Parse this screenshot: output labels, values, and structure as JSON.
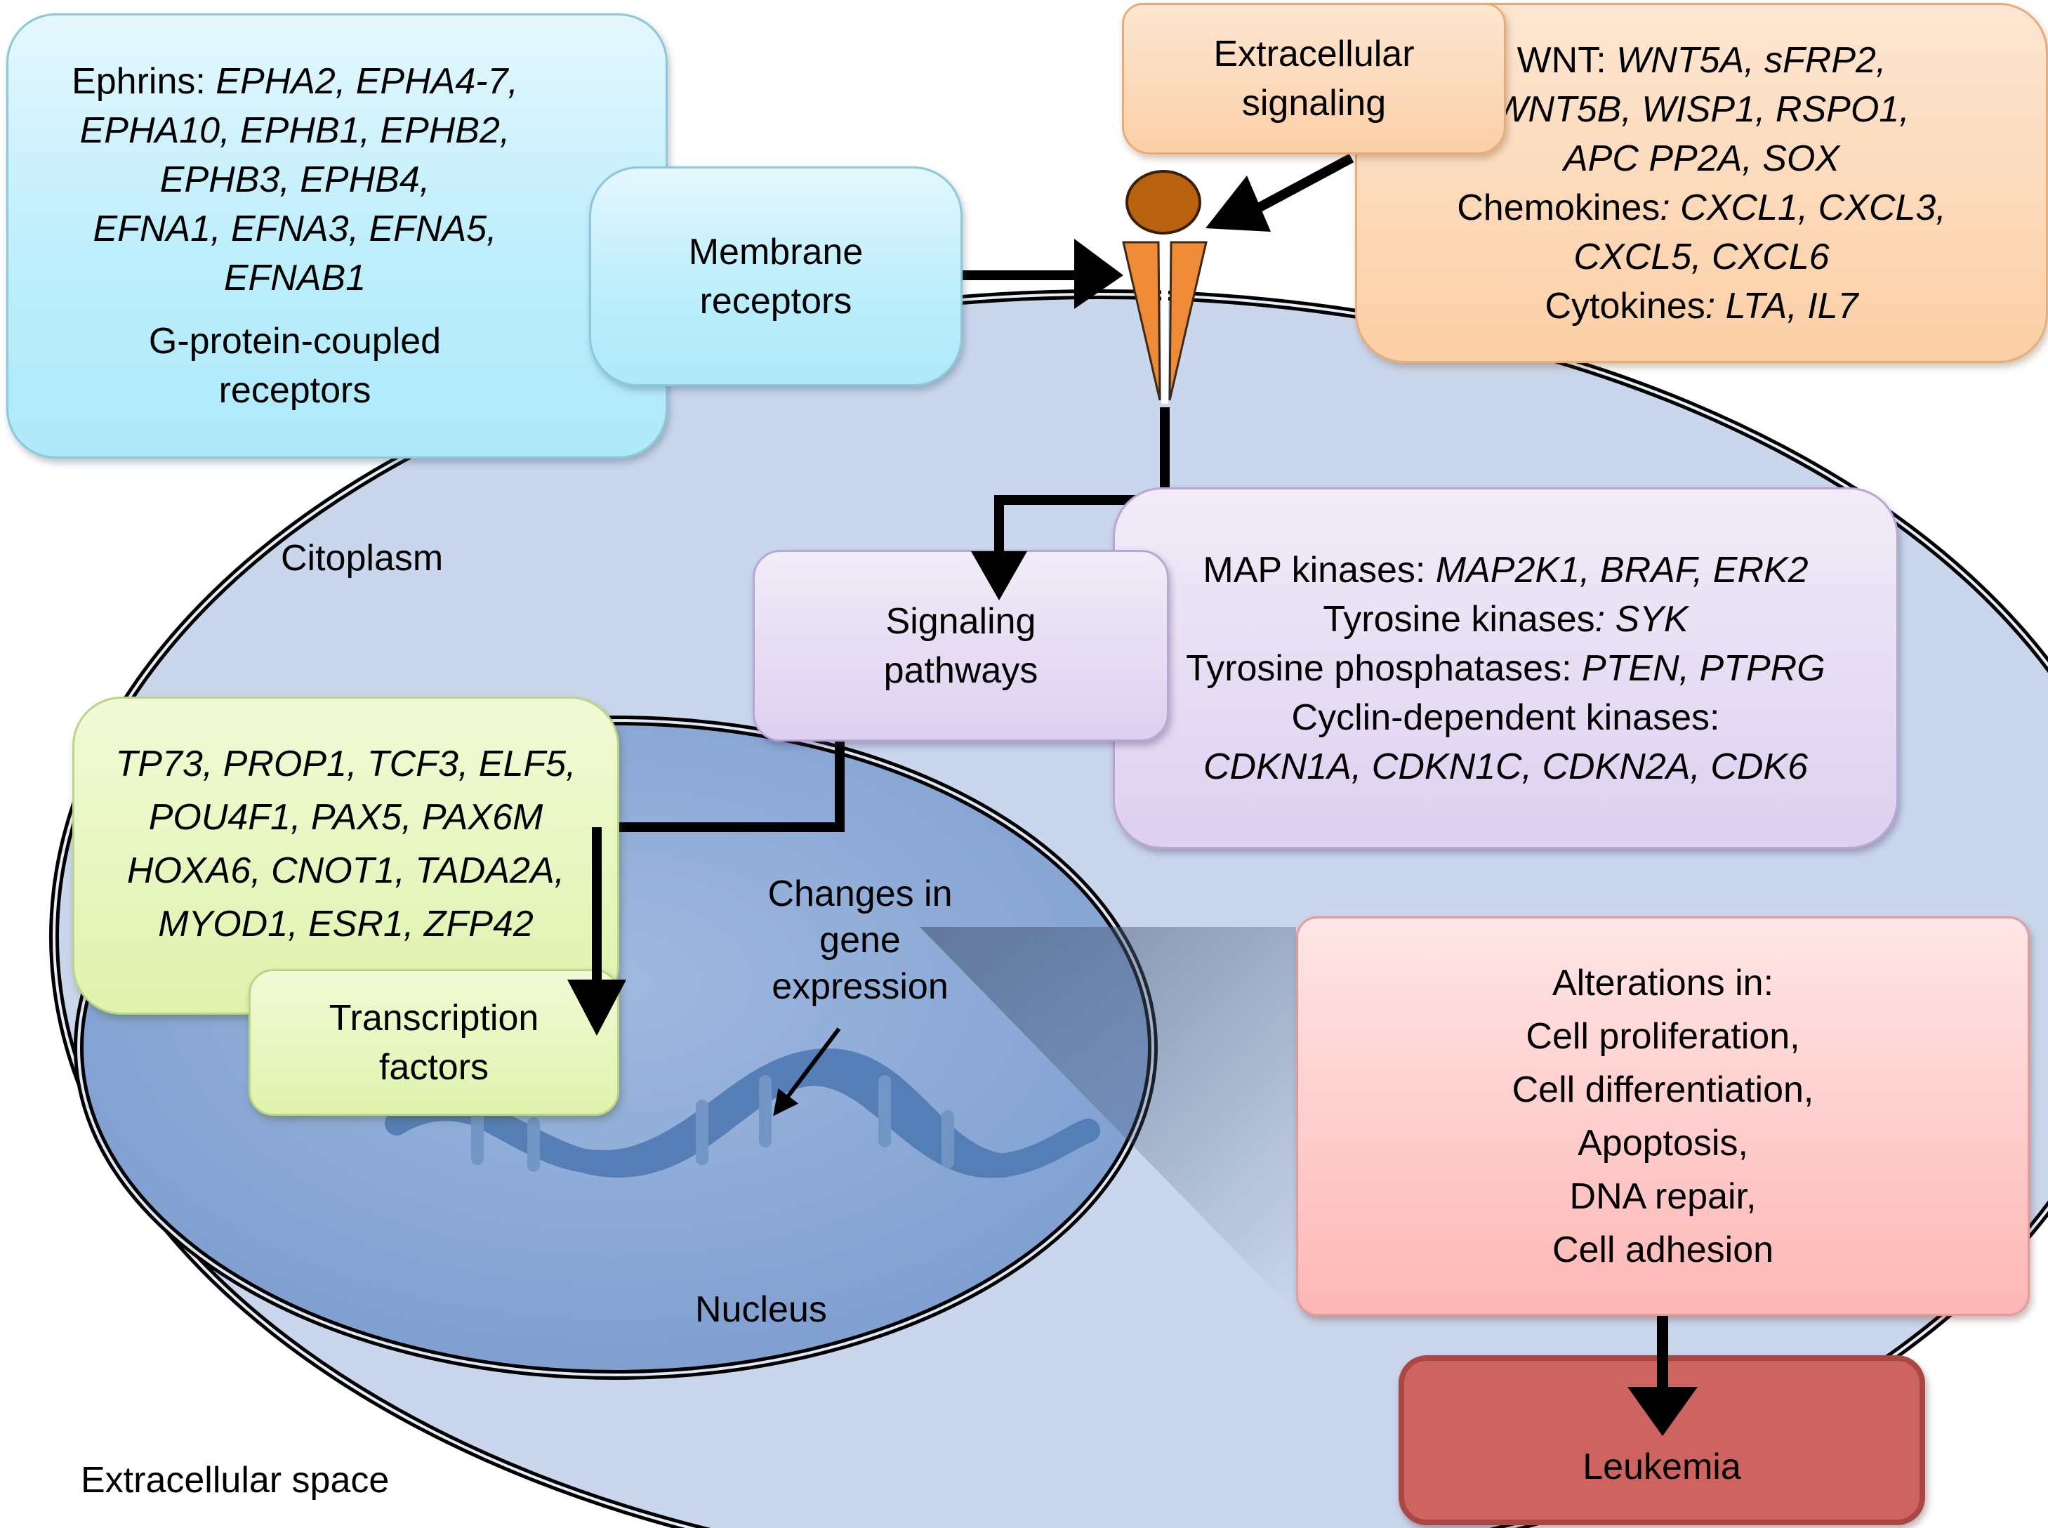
{
  "regions": {
    "extracellular_space": "Extracellular space",
    "cytoplasm": "Citoplasm",
    "nucleus": "Nucleus",
    "gene_expression": [
      "Changes in",
      "gene",
      "expression"
    ]
  },
  "membrane_receptors": {
    "title": [
      "Membrane",
      "receptors"
    ],
    "details": [
      [
        {
          "t": "Ephrins: ",
          "i": false
        },
        {
          "t": "EPHA2, EPHA4-7,",
          "i": true
        }
      ],
      [
        {
          "t": "EPHA10, EPHB1, EPHB2,",
          "i": true
        }
      ],
      [
        {
          "t": "EPHB3, EPHB4,",
          "i": true
        }
      ],
      [
        {
          "t": "EFNA1, EFNA3, EFNA5,",
          "i": true
        }
      ],
      [
        {
          "t": "EFNAB1",
          "i": true
        }
      ],
      [
        {
          "t": "G-protein-coupled",
          "i": false
        }
      ],
      [
        {
          "t": "receptors",
          "i": false
        }
      ]
    ]
  },
  "extracellular_signaling": {
    "title": [
      "Extracellular",
      "signaling"
    ],
    "details": [
      [
        {
          "t": "WNT: ",
          "i": false
        },
        {
          "t": "WNT5A, sFRP2,",
          "i": true
        }
      ],
      [
        {
          "t": "WNT5B, WISP1, RSPO1,",
          "i": true
        }
      ],
      [
        {
          "t": "APC PP2A, SOX",
          "i": true
        }
      ],
      [
        {
          "t": "Chemokines",
          "i": false
        },
        {
          "t": ": CXCL1, CXCL3,",
          "i": true
        }
      ],
      [
        {
          "t": "CXCL5, CXCL6",
          "i": true
        }
      ],
      [
        {
          "t": "Cytokines",
          "i": false
        },
        {
          "t": ": LTA, IL7",
          "i": true
        }
      ]
    ]
  },
  "signaling_pathways": {
    "title": [
      "Signaling",
      "pathways"
    ],
    "details": [
      [
        {
          "t": "MAP kinases: ",
          "i": false
        },
        {
          "t": "MAP2K1, BRAF, ERK2",
          "i": true
        }
      ],
      [
        {
          "t": "Tyrosine kinases",
          "i": false
        },
        {
          "t": ": SYK",
          "i": true
        }
      ],
      [
        {
          "t": "Tyrosine phosphatases: ",
          "i": false
        },
        {
          "t": "PTEN, PTPRG",
          "i": true
        }
      ],
      [
        {
          "t": "Cyclin-dependent kinases:",
          "i": false
        }
      ],
      [
        {
          "t": "CDKN1A, CDKN1C, CDKN2A, CDK6",
          "i": true
        }
      ]
    ]
  },
  "transcription_factors": {
    "title": [
      "Transcription",
      "factors"
    ],
    "details": [
      [
        {
          "t": "TP73, PROP1, TCF3, ELF5,",
          "i": true
        }
      ],
      [
        {
          "t": "POU4F1, PAX5, PAX6M",
          "i": true
        }
      ],
      [
        {
          "t": "HOXA6, CNOT1, TADA2A,",
          "i": true
        }
      ],
      [
        {
          "t": "MYOD1, ESR1, ZFP42",
          "i": true
        }
      ]
    ]
  },
  "alterations": {
    "lines": [
      "Alterations in:",
      "Cell proliferation,",
      "Cell differentiation,",
      "Apoptosis,",
      "DNA repair,",
      "Cell adhesion"
    ]
  },
  "outcome": {
    "label": "Leukemia"
  },
  "icons": {
    "ligand": "ligand-circle",
    "receptor": "receptor-triangles",
    "dna": "dna-double-helix"
  },
  "colors": {
    "cell": "#c9d6ec",
    "nucleus": "#8ba8d4",
    "ligand": "#b8620f",
    "receptor": "#ef8a37",
    "blue_box": "#bdeefb",
    "orange_box": "#fbcfa6",
    "purple_box": "#ddd0f0",
    "green_box": "#dff3ad",
    "pink_box": "#fdc5c3",
    "leukemia_box": "#cd6460"
  }
}
